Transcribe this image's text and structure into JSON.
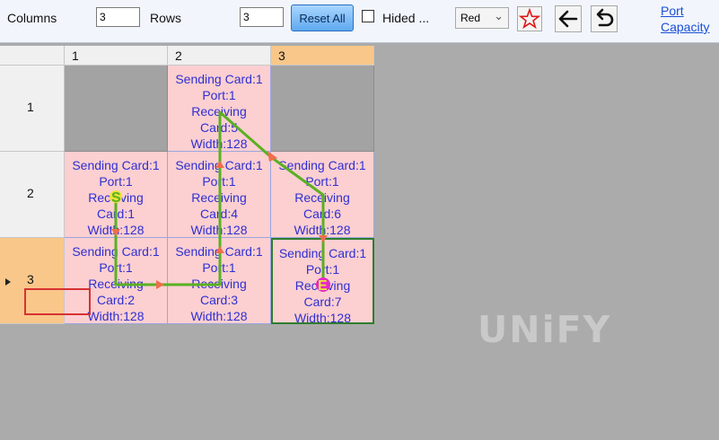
{
  "toolbar": {
    "columns_label": "Columns",
    "columns_value": "3",
    "rows_label": "Rows",
    "rows_value": "3",
    "reset_label": "Reset All",
    "hided_label": "Hided ...",
    "color_value": "Red",
    "port_link_line1": "Port",
    "port_link_line2": "Capacity"
  },
  "icons": {
    "star": "star-icon",
    "back": "arrow-left-icon",
    "undo": "undo-icon",
    "dropdown": "chevron-down-icon",
    "row_pointer": "triangle-right-icon"
  },
  "colors": {
    "route": "#5ab022",
    "arrow": "#ef6e4b",
    "start_marker": "#e9e43a",
    "end_marker": "#e627c8",
    "cell_fill": "#fccfd1",
    "cell_text": "#2f2fd2"
  },
  "grid": {
    "columns": [
      "1",
      "2",
      "3"
    ],
    "rows": [
      "1",
      "2",
      "3"
    ],
    "cells": [
      {
        "row": 1,
        "col": 1,
        "empty": true
      },
      {
        "row": 1,
        "col": 2,
        "lines": [
          "Sending Card:1",
          "Port:1",
          "Receiving",
          "Card:5",
          "Width:128"
        ]
      },
      {
        "row": 1,
        "col": 3,
        "empty": true
      },
      {
        "row": 2,
        "col": 1,
        "lines": [
          "Sending Card:1",
          "Port:1",
          "Receiving",
          "Card:1",
          "Width:128"
        ]
      },
      {
        "row": 2,
        "col": 2,
        "lines": [
          "Sending Card:1",
          "Port:1",
          "Receiving",
          "Card:4",
          "Width:128"
        ]
      },
      {
        "row": 2,
        "col": 3,
        "lines": [
          "Sending Card:1",
          "Port:1",
          "Receiving",
          "Card:6",
          "Width:128"
        ]
      },
      {
        "row": 3,
        "col": 1,
        "lines": [
          "Sending Card:1",
          "Port:1",
          "Receiving",
          "Card:2",
          "Width:128"
        ]
      },
      {
        "row": 3,
        "col": 2,
        "lines": [
          "Sending Card:1",
          "Port:1",
          "Receiving",
          "Card:3",
          "Width:128"
        ]
      },
      {
        "row": 3,
        "col": 3,
        "lines": [
          "Sending Card:1",
          "Port:1",
          "Receiving",
          "Card:7",
          "Width:128"
        ]
      }
    ],
    "start_marker": "S",
    "end_marker": "E"
  },
  "watermark": "UNiFY"
}
